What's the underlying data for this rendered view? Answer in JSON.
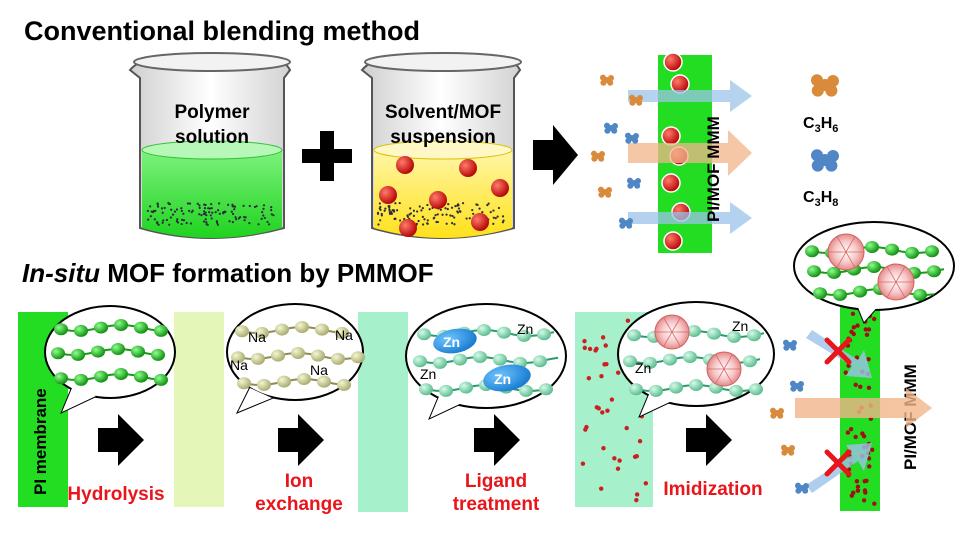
{
  "top_section": {
    "title": "Conventional blending method",
    "beaker1_label_line1": "Polymer",
    "beaker1_label_line2": "solution",
    "beaker2_label_line1": "Solvent/MOF",
    "beaker2_label_line2": "suspension",
    "membrane_label": "PI/MOF MMM",
    "gas1": {
      "base": "C",
      "sub1": "3",
      "mid": "H",
      "sub2": "6"
    },
    "gas2": {
      "base": "C",
      "sub1": "3",
      "mid": "H",
      "sub2": "8"
    }
  },
  "bottom_section": {
    "title_italic": "In-situ",
    "title_rest": " MOF formation by PMMOF",
    "pi_membrane_label": "PI membrane",
    "steps": [
      {
        "line1": "Hydrolysis",
        "line2": ""
      },
      {
        "line1": "Ion",
        "line2": "exchange"
      },
      {
        "line1": "Ligand",
        "line2": "treatment"
      },
      {
        "line1": "Imidization",
        "line2": ""
      }
    ],
    "bubble2_labels": [
      "Na",
      "Na",
      "Na",
      "Na"
    ],
    "bubble3_labels": [
      "Zn",
      "Zn",
      "Zn",
      "Zn"
    ],
    "bubble4_labels": [
      "Zn",
      "Zn"
    ],
    "final_membrane_label": "PI/MOF MMM"
  },
  "colors": {
    "membrane_green": "#22dd22",
    "pale_green": "#e5f7b8",
    "teal": "#a6f0cc",
    "step_red": "#e8151b",
    "mof_red": "#cc1111",
    "propylene": "#d98a3a",
    "propane": "#4f86c6",
    "arrow_blue": "#9cc3ea",
    "arrow_orange": "#f2b58a"
  }
}
